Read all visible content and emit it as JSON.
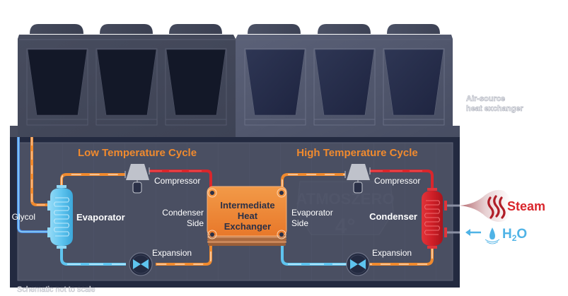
{
  "unit": {
    "caption_line1": "Air-source",
    "caption_line2": "heat exchanger",
    "fan_count": 6
  },
  "low_cycle": {
    "title": "Low Temperature Cycle",
    "compressor_label": "Compressor",
    "evaporator_label": "Evaporator",
    "glycol_label": "Glycol",
    "condenser_side_line1": "Condenser",
    "condenser_side_line2": "Side",
    "expansion_label": "Expansion"
  },
  "intermediate": {
    "line1": "Intermediate",
    "line2": "Heat",
    "line3": "Exchanger"
  },
  "high_cycle": {
    "title": "High Temperature Cycle",
    "compressor_label": "Compressor",
    "condenser_label": "Condenser",
    "evaporator_side_line1": "Evaporator",
    "evaporator_side_line2": "Side",
    "expansion_label": "Expansion"
  },
  "outputs": {
    "steam_label": "Steam",
    "water_label_h": "H",
    "water_label_sub": "2",
    "water_label_o": "O"
  },
  "watermark": {
    "brand": "ATMOSZERO",
    "mark": "4°"
  },
  "footer": {
    "note": "Schematic not to scale"
  },
  "colors": {
    "accent_orange": "#f08a2e",
    "hot_red": "#d9262c",
    "cold_blue": "#5ec4ef",
    "steam_red": "#d9262c",
    "water_blue": "#4fb3e6",
    "panel_dark": "#232a40",
    "panel_mid": "#4a4f62"
  }
}
